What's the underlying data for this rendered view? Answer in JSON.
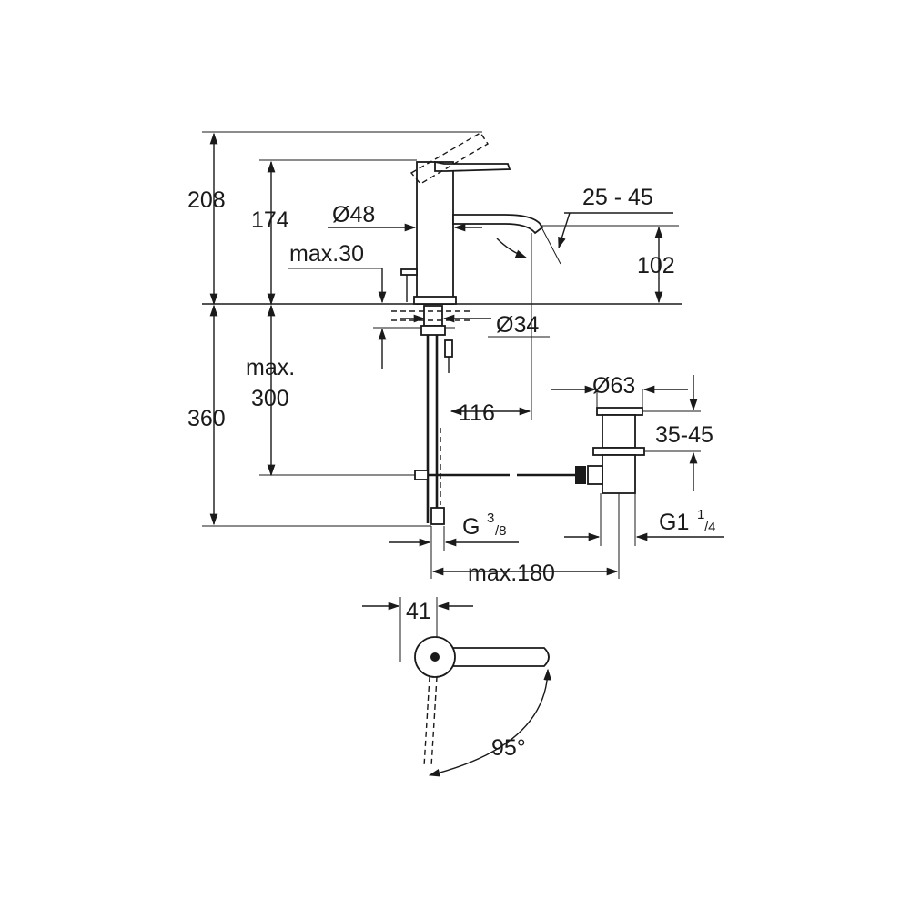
{
  "dimensions": {
    "overall_height": "208",
    "spout_height": "174",
    "body_diameter": "Ø48",
    "spout_angle_range": "25 - 45",
    "spout_outlet_height": "102",
    "deck_thickness": "max.30",
    "hole_diameter": "Ø34",
    "hose_length_line1": "max.",
    "hose_length_line2": "300",
    "below_deck_height": "360",
    "spout_projection": "116",
    "waste_diameter": "Ø63",
    "waste_height": "35-45",
    "inlet_thread_main": "G",
    "inlet_thread_num": "3",
    "inlet_thread_den": "/8",
    "waste_thread_main": "G1",
    "waste_thread_num": "1",
    "waste_thread_den": "/4",
    "max_rod_distance": "max.180",
    "top_view_body": "41",
    "lever_rotation": "95°"
  }
}
